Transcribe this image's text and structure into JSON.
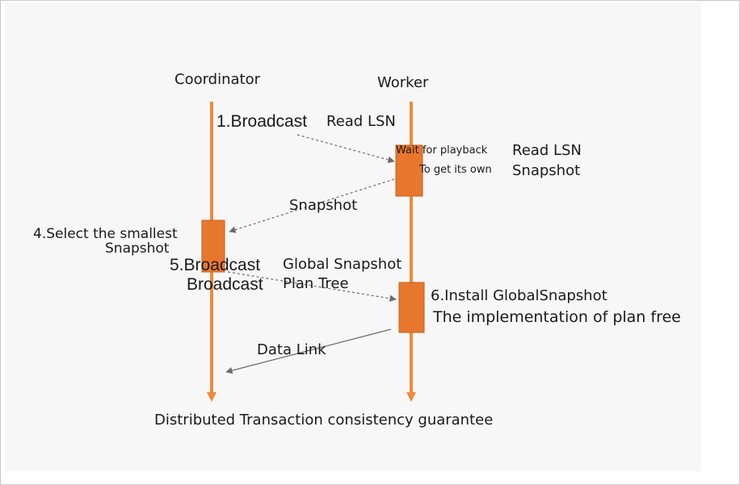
{
  "lanes": {
    "coordinator": "Coordinator",
    "worker": "Worker"
  },
  "messages": {
    "step1_broadcast": "1.Broadcast",
    "step1_read_lsn": "Read LSN",
    "wait_playback": "Wait for playback",
    "get_own": "To get its own",
    "read_lsn_right": "Read LSN",
    "snapshot_right": "Snapshot",
    "snapshot_return": "Snapshot",
    "step4_select": "4.Select the smallest",
    "step4_snapshot": "Snapshot",
    "step5_broadcast": "5.Broadcast",
    "step5_broadcast2": "Broadcast",
    "global_snapshot": "Global Snapshot",
    "plan_tree": "Plan Tree",
    "step6_install": "6.Install GlobalSnapshot",
    "implementation": "The implementation of plan free",
    "data_link": "Data Link"
  },
  "caption": "Distributed Transaction consistency guarantee",
  "colors": {
    "lifeline": "#f08a3c",
    "activation": "#e8772e",
    "activation_border": "#c65f1c",
    "message": "#6b6b6b",
    "panel": "#f7f7f7"
  }
}
